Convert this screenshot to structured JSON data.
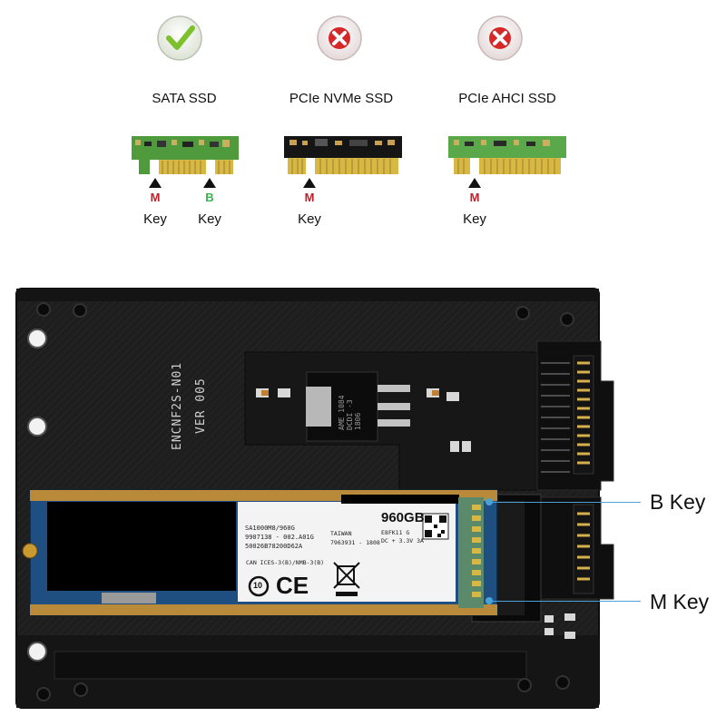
{
  "compatibility": [
    {
      "status": "check-icon",
      "name": "SATA SSD",
      "keys": [
        {
          "letter": "M",
          "word": "Key",
          "color": "#c0202a"
        },
        {
          "letter": "B",
          "word": "Key",
          "color": "#37b24d"
        }
      ]
    },
    {
      "status": "cross-icon",
      "name": "PCIe NVMe SSD",
      "keys": [
        {
          "letter": "M",
          "word": "Key",
          "color": "#c0202a"
        }
      ]
    },
    {
      "status": "cross-icon",
      "name": "PCIe AHCI SSD",
      "keys": [
        {
          "letter": "M",
          "word": "Key",
          "color": "#c0202a"
        }
      ]
    }
  ],
  "board": {
    "silkscreen_model": "ENCNF2S-N01",
    "silkscreen_version": "VER 005",
    "regulator_text": [
      "AME 1084",
      "DCDI -3",
      "1806"
    ]
  },
  "ssd_label": {
    "model": "SA1000M8/960G",
    "part": "9907138 - 002.A01G",
    "serial": "50026B78200D62A",
    "country": "TAIWAN",
    "lot": "7963931 - 1808",
    "capacity": "960GB",
    "code": "E8FK11 G",
    "power": "DC + 3.3V 3A",
    "cert": "CAN ICES-3(B)/NMB-3(B)",
    "rohs": "10",
    "ce": "CE"
  },
  "callouts": {
    "b_key": "B Key",
    "m_key": "M Key"
  },
  "colors": {
    "ok": "#76b82a",
    "bad": "#d62828",
    "callout": "#4aa3d8"
  }
}
